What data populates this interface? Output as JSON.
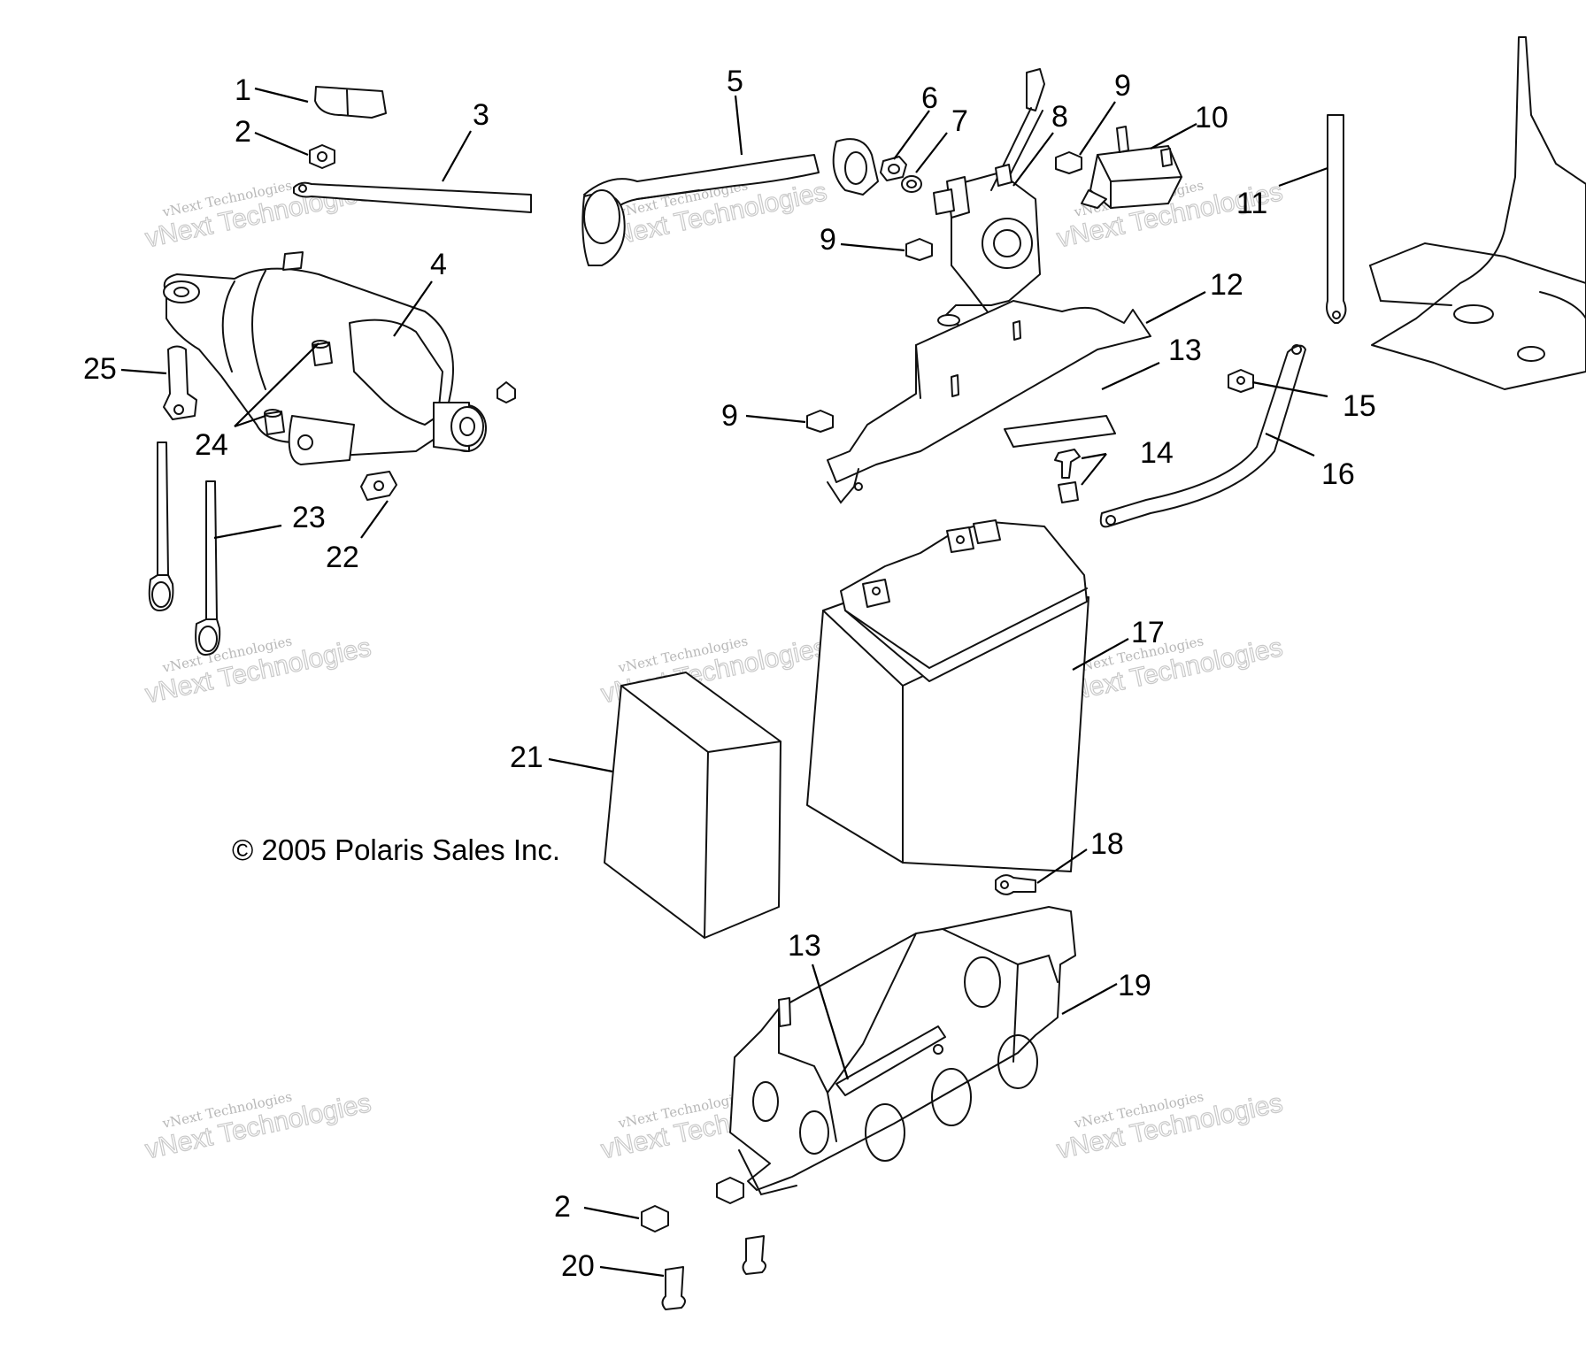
{
  "copyright": "© 2005 Polaris Sales Inc.",
  "watermark": {
    "line1": "vNext Technologies",
    "big": "vNext Technologies"
  },
  "callouts": [
    "1",
    "2",
    "3",
    "4",
    "5",
    "6",
    "7",
    "8",
    "9",
    "10",
    "11",
    "12",
    "13",
    "14",
    "15",
    "16",
    "9",
    "9",
    "17",
    "18",
    "19",
    "13",
    "2",
    "20",
    "21",
    "22",
    "23",
    "24",
    "25"
  ]
}
